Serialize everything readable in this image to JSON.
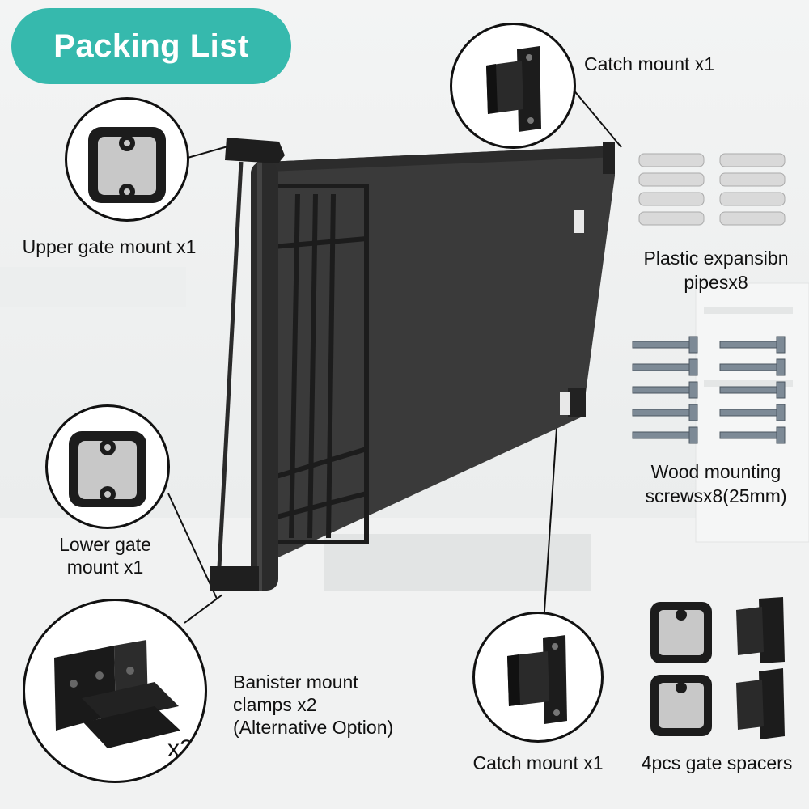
{
  "title": "Packing List",
  "items": {
    "catch_mount_top": "Catch mount x1",
    "upper_gate_mount": "Upper gate mount x1",
    "plastic_pipes_line1": "Plastic expansibn",
    "plastic_pipes_line2": "pipesx8",
    "lower_gate_mount_line1": "Lower gate",
    "lower_gate_mount_line2": "mount x1",
    "wood_screws_line1": "Wood mounting",
    "wood_screws_line2": "screwsx8(25mm)",
    "banister_line1": "Banister mount",
    "banister_line2": "clamps x2",
    "banister_line3": "(Alternative Option)",
    "banister_badge": "x2",
    "catch_mount_bottom": "Catch mount x1",
    "gate_spacers": "4pcs gate spacers"
  },
  "colors": {
    "accent": "#36b9ad",
    "mesh": "#3a3a3a",
    "frame": "#2a2a2a",
    "plate": "#c8c8c8"
  },
  "icons": [
    "upper-gate-mount-icon",
    "lower-gate-mount-icon",
    "catch-mount-icon",
    "banister-clamp-icon",
    "expansion-pipe-icon",
    "wood-screw-icon",
    "gate-spacer-icon"
  ]
}
